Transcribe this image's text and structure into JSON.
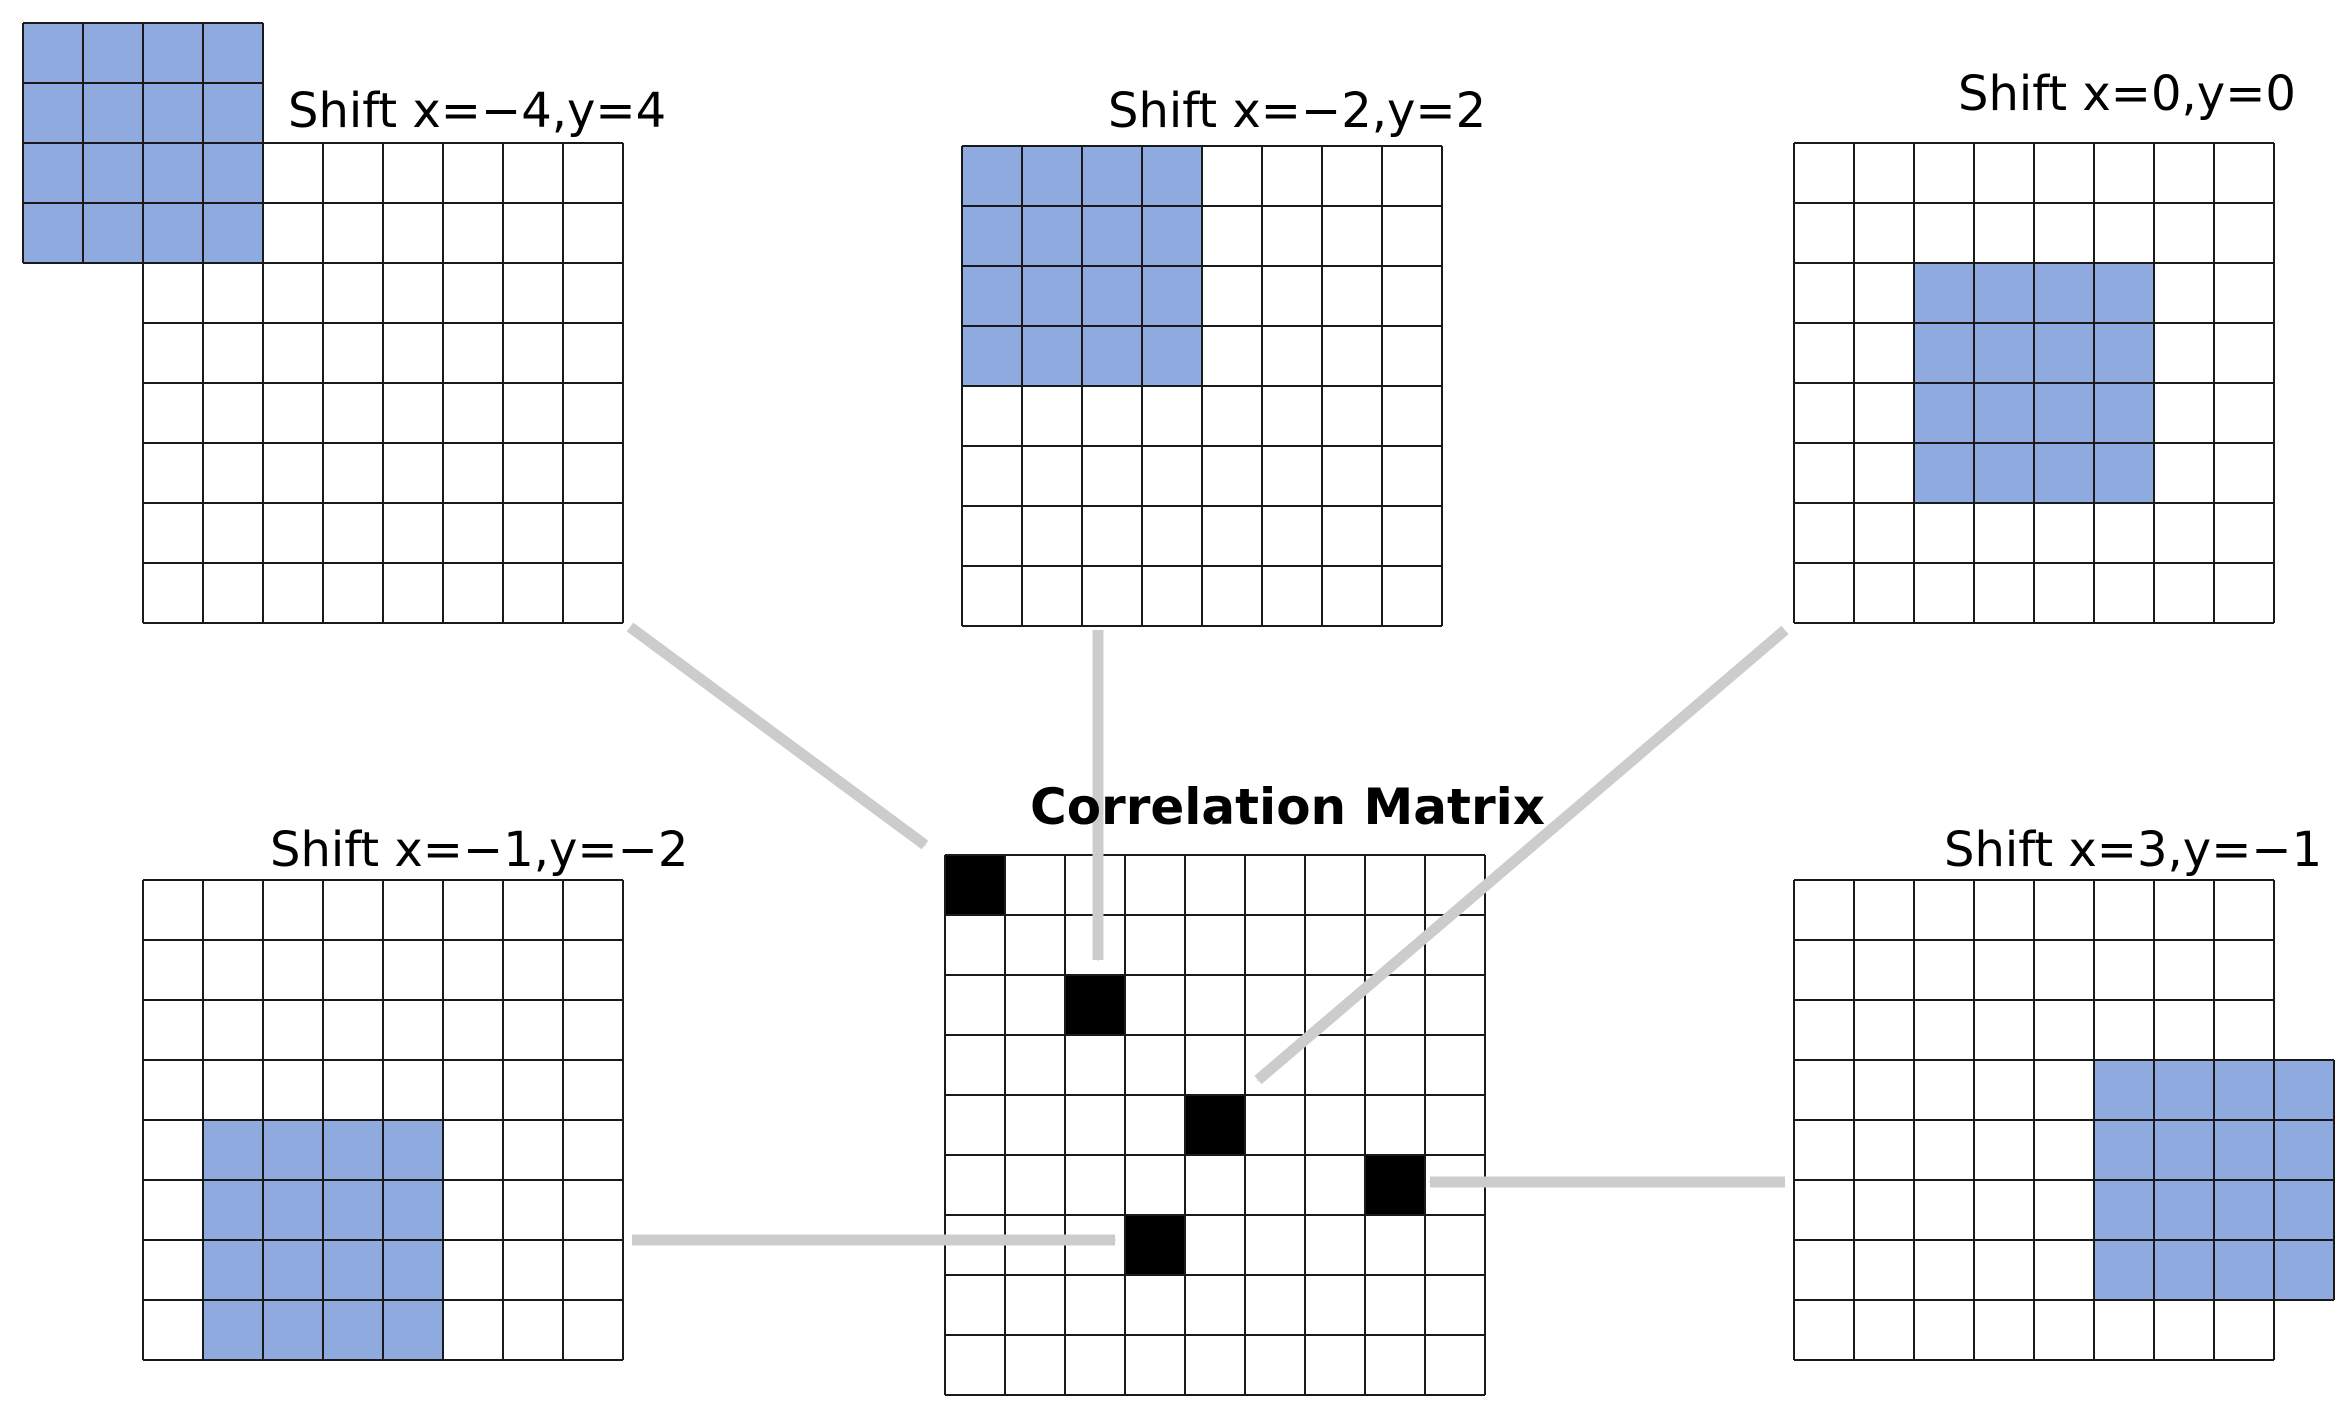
{
  "colors": {
    "overlay": "#8eaadf",
    "grid_line": "#1a1a1a",
    "peak": "#000000",
    "arrow": "#cccccc",
    "background": "#ffffff"
  },
  "grid_size": 8,
  "window_size": 4,
  "panels": [
    {
      "id": "shift-a",
      "label": "Shift x=−4,y=4",
      "shift": {
        "x": -4,
        "y": 4
      }
    },
    {
      "id": "shift-b",
      "label": "Shift x=−2,y=2",
      "shift": {
        "x": -2,
        "y": 2
      }
    },
    {
      "id": "shift-c",
      "label": "Shift x=0,y=0",
      "shift": {
        "x": 0,
        "y": 0
      }
    },
    {
      "id": "shift-d",
      "label": "Shift x=−1,y=−2",
      "shift": {
        "x": -1,
        "y": -2
      }
    },
    {
      "id": "shift-e",
      "label": "Shift x=3,y=−1",
      "shift": {
        "x": 3,
        "y": -1
      }
    }
  ],
  "correlation_matrix": {
    "title": "Correlation Matrix",
    "rows": 9,
    "cols": 9,
    "peaks": [
      {
        "row": 0,
        "col": 0,
        "from": "shift-a"
      },
      {
        "row": 2,
        "col": 2,
        "from": "shift-b"
      },
      {
        "row": 4,
        "col": 4,
        "from": "shift-c"
      },
      {
        "row": 6,
        "col": 3,
        "from": "shift-d"
      },
      {
        "row": 5,
        "col": 7,
        "from": "shift-e"
      }
    ]
  }
}
